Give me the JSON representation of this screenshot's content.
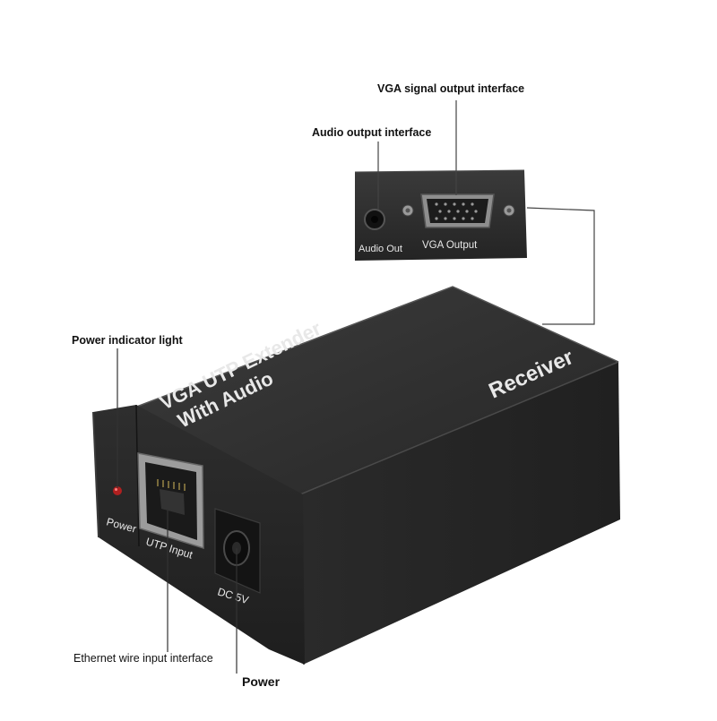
{
  "callouts": {
    "vga_signal_output": "VGA signal output interface",
    "audio_output": "Audio output interface",
    "power_indicator": "Power indicator light",
    "ethernet_input": "Ethernet  wire input interface",
    "power": "Power"
  },
  "device": {
    "top_label_line1": "VGA UTP Extender",
    "top_label_line2": "With Audio",
    "side_label": "Receiver",
    "port_power_led": "Power",
    "port_utp": "UTP Input",
    "port_dc": "DC 5V",
    "inset_audio": "Audio Out",
    "inset_vga": "VGA Output"
  },
  "colors": {
    "body": "#2b2b2b",
    "body_top": "#353535",
    "label_text": "#e8e8e8",
    "led": "#b02020"
  }
}
